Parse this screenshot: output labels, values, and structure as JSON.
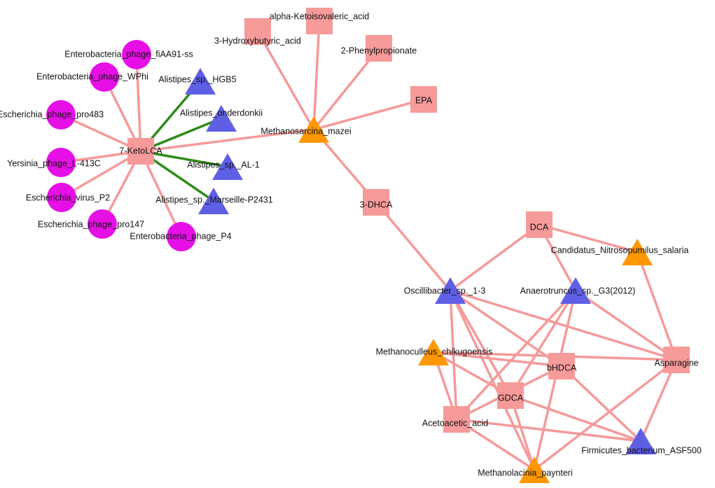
{
  "colors": {
    "pink_edge": "#f59a9a",
    "green_edge": "#2e8b1a",
    "metabolite": "#f79a9a",
    "phage": "#e610e6",
    "bacteria": "#5f5fe6",
    "archaea": "#ff9800"
  },
  "nodes": [
    {
      "id": "ketolca",
      "label": "7-KetoLCA",
      "shape": "square"
    },
    {
      "id": "fiaa91",
      "label": "Enterobacteria_phage_fiAA91-ss",
      "shape": "circle"
    },
    {
      "id": "wphi",
      "label": "Enterobacteria_phage_WPhi",
      "shape": "circle"
    },
    {
      "id": "pro483",
      "label": "Escherichia_phage_pro483",
      "shape": "circle"
    },
    {
      "id": "l413c",
      "label": "Yersinia_phage_L-413C",
      "shape": "circle"
    },
    {
      "id": "p2",
      "label": "Escherichia_virus_P2",
      "shape": "circle"
    },
    {
      "id": "pro147",
      "label": "Escherichia_phage_pro147",
      "shape": "circle"
    },
    {
      "id": "p4",
      "label": "Enterobacteria_phage_P4",
      "shape": "circle"
    },
    {
      "id": "hgb5",
      "label": "Alistipes_sp._HGB5",
      "shape": "triangle-blue"
    },
    {
      "id": "onderdonkii",
      "label": "Alistipes_onderdonkii",
      "shape": "triangle-blue"
    },
    {
      "id": "al1",
      "label": "Alistipes_sp._AL-1",
      "shape": "triangle-blue"
    },
    {
      "id": "marseille",
      "label": "Alistipes_sp._Marseille-P2431",
      "shape": "triangle-blue"
    },
    {
      "id": "mazei",
      "label": "Methanosarcina_mazei",
      "shape": "triangle-orange"
    },
    {
      "id": "aketo",
      "label": "alpha-Ketoisovaleric_acid",
      "shape": "square"
    },
    {
      "id": "hydroxy",
      "label": "3-Hydroxybutyric_acid",
      "shape": "square"
    },
    {
      "id": "phenyl",
      "label": "2-Phenylpropionate",
      "shape": "square"
    },
    {
      "id": "epa",
      "label": "EPA",
      "shape": "square"
    },
    {
      "id": "dhca3",
      "label": "3-DHCA",
      "shape": "square"
    },
    {
      "id": "dca",
      "label": "DCA",
      "shape": "square"
    },
    {
      "id": "nitroso",
      "label": "Candidatus_Nitrosopumilus_salaria",
      "shape": "triangle-orange"
    },
    {
      "id": "oscilli",
      "label": "Oscillibacter_sp._1-3",
      "shape": "triangle-blue"
    },
    {
      "id": "anaero",
      "label": "Anaerotruncus_sp._G3(2012)",
      "shape": "triangle-blue"
    },
    {
      "id": "chikugo",
      "label": "Methanoculleus_chikugoensis",
      "shape": "triangle-orange"
    },
    {
      "id": "bhdca",
      "label": "bHDCA",
      "shape": "square"
    },
    {
      "id": "asparagine",
      "label": "Asparagine",
      "shape": "square"
    },
    {
      "id": "gdca",
      "label": "GDCA",
      "shape": "square"
    },
    {
      "id": "acetoacetic",
      "label": "Acetoacetic_acid",
      "shape": "square"
    },
    {
      "id": "firmicutes",
      "label": "Firmicutes_bacterium_ASF500",
      "shape": "triangle-blue"
    },
    {
      "id": "paynteri",
      "label": "Methanolacinia_paynteri",
      "shape": "triangle-orange"
    }
  ],
  "edges": [
    {
      "source": "ketolca",
      "target": "fiaa91",
      "type": "pink"
    },
    {
      "source": "ketolca",
      "target": "wphi",
      "type": "pink"
    },
    {
      "source": "ketolca",
      "target": "pro483",
      "type": "pink"
    },
    {
      "source": "ketolca",
      "target": "l413c",
      "type": "pink"
    },
    {
      "source": "ketolca",
      "target": "p2",
      "type": "pink"
    },
    {
      "source": "ketolca",
      "target": "pro147",
      "type": "pink"
    },
    {
      "source": "ketolca",
      "target": "p4",
      "type": "pink"
    },
    {
      "source": "ketolca",
      "target": "hgb5",
      "type": "green"
    },
    {
      "source": "ketolca",
      "target": "onderdonkii",
      "type": "green"
    },
    {
      "source": "ketolca",
      "target": "al1",
      "type": "green"
    },
    {
      "source": "ketolca",
      "target": "marseille",
      "type": "green"
    },
    {
      "source": "ketolca",
      "target": "mazei",
      "type": "pink"
    },
    {
      "source": "mazei",
      "target": "aketo",
      "type": "pink"
    },
    {
      "source": "mazei",
      "target": "hydroxy",
      "type": "pink"
    },
    {
      "source": "mazei",
      "target": "phenyl",
      "type": "pink"
    },
    {
      "source": "mazei",
      "target": "epa",
      "type": "pink"
    },
    {
      "source": "mazei",
      "target": "dhca3",
      "type": "pink"
    },
    {
      "source": "dhca3",
      "target": "oscilli",
      "type": "pink"
    },
    {
      "source": "dca",
      "target": "oscilli",
      "type": "pink"
    },
    {
      "source": "dca",
      "target": "nitroso",
      "type": "pink"
    },
    {
      "source": "dca",
      "target": "anaero",
      "type": "pink"
    },
    {
      "source": "nitroso",
      "target": "asparagine",
      "type": "pink"
    },
    {
      "source": "oscilli",
      "target": "bhdca",
      "type": "pink"
    },
    {
      "source": "oscilli",
      "target": "asparagine",
      "type": "pink"
    },
    {
      "source": "oscilli",
      "target": "gdca",
      "type": "pink"
    },
    {
      "source": "oscilli",
      "target": "acetoacetic",
      "type": "pink"
    },
    {
      "source": "oscilli",
      "target": "paynteri",
      "type": "pink"
    },
    {
      "source": "anaero",
      "target": "asparagine",
      "type": "pink"
    },
    {
      "source": "anaero",
      "target": "gdca",
      "type": "pink"
    },
    {
      "source": "anaero",
      "target": "acetoacetic",
      "type": "pink"
    },
    {
      "source": "anaero",
      "target": "paynteri",
      "type": "pink"
    },
    {
      "source": "chikugo",
      "target": "bhdca",
      "type": "pink"
    },
    {
      "source": "chikugo",
      "target": "asparagine",
      "type": "pink"
    },
    {
      "source": "chikugo",
      "target": "gdca",
      "type": "pink"
    },
    {
      "source": "chikugo",
      "target": "acetoacetic",
      "type": "pink"
    },
    {
      "source": "bhdca",
      "target": "acetoacetic",
      "type": "pink"
    },
    {
      "source": "bhdca",
      "target": "firmicutes",
      "type": "pink"
    },
    {
      "source": "asparagine",
      "target": "paynteri",
      "type": "pink"
    },
    {
      "source": "asparagine",
      "target": "firmicutes",
      "type": "pink"
    },
    {
      "source": "gdca",
      "target": "firmicutes",
      "type": "pink"
    },
    {
      "source": "gdca",
      "target": "paynteri",
      "type": "pink"
    },
    {
      "source": "acetoacetic",
      "target": "paynteri",
      "type": "pink"
    },
    {
      "source": "acetoacetic",
      "target": "firmicutes",
      "type": "pink"
    }
  ]
}
